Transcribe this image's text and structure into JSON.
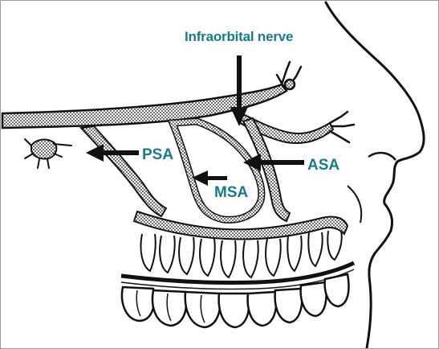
{
  "labels": {
    "infraorbital_nerve": "Infraorbital nerve",
    "psa": "PSA",
    "asa": "ASA",
    "msa": "MSA"
  },
  "colors": {
    "label": "#1a7a86",
    "ink": "#111111",
    "background": "#ffffff"
  }
}
